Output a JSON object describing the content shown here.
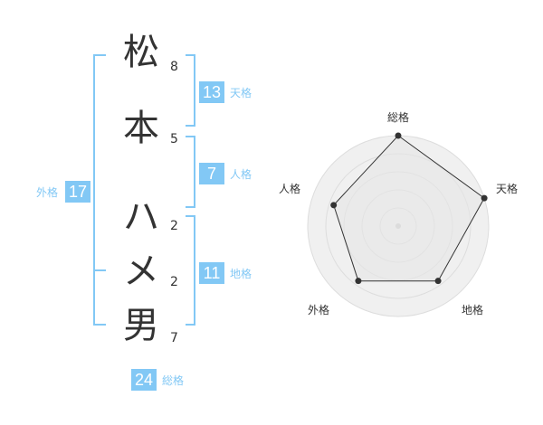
{
  "name": {
    "characters": [
      {
        "char": "松",
        "strokes": "8"
      },
      {
        "char": "本",
        "strokes": "5"
      },
      {
        "char": "ハ",
        "strokes": "2"
      },
      {
        "char": "メ",
        "strokes": "2"
      },
      {
        "char": "男",
        "strokes": "7"
      }
    ]
  },
  "scores": {
    "tenkaku": {
      "value": "13",
      "label": "天格"
    },
    "jinkaku": {
      "value": "7",
      "label": "人格"
    },
    "chikaku": {
      "value": "11",
      "label": "地格"
    },
    "gaikaku": {
      "value": "17",
      "label": "外格"
    },
    "soukaku": {
      "value": "24",
      "label": "総格"
    }
  },
  "colors": {
    "accent": "#82c8f5",
    "text": "#333333",
    "radar_fill": "#f0f0f0",
    "radar_ring": "#dddddd",
    "radar_line": "#333333"
  },
  "chart_data": {
    "type": "radar",
    "axes": [
      "総格",
      "天格",
      "地格",
      "外格",
      "人格"
    ],
    "values": [
      4,
      4,
      3,
      3,
      3
    ],
    "range": [
      0,
      4
    ],
    "rings": 4
  }
}
